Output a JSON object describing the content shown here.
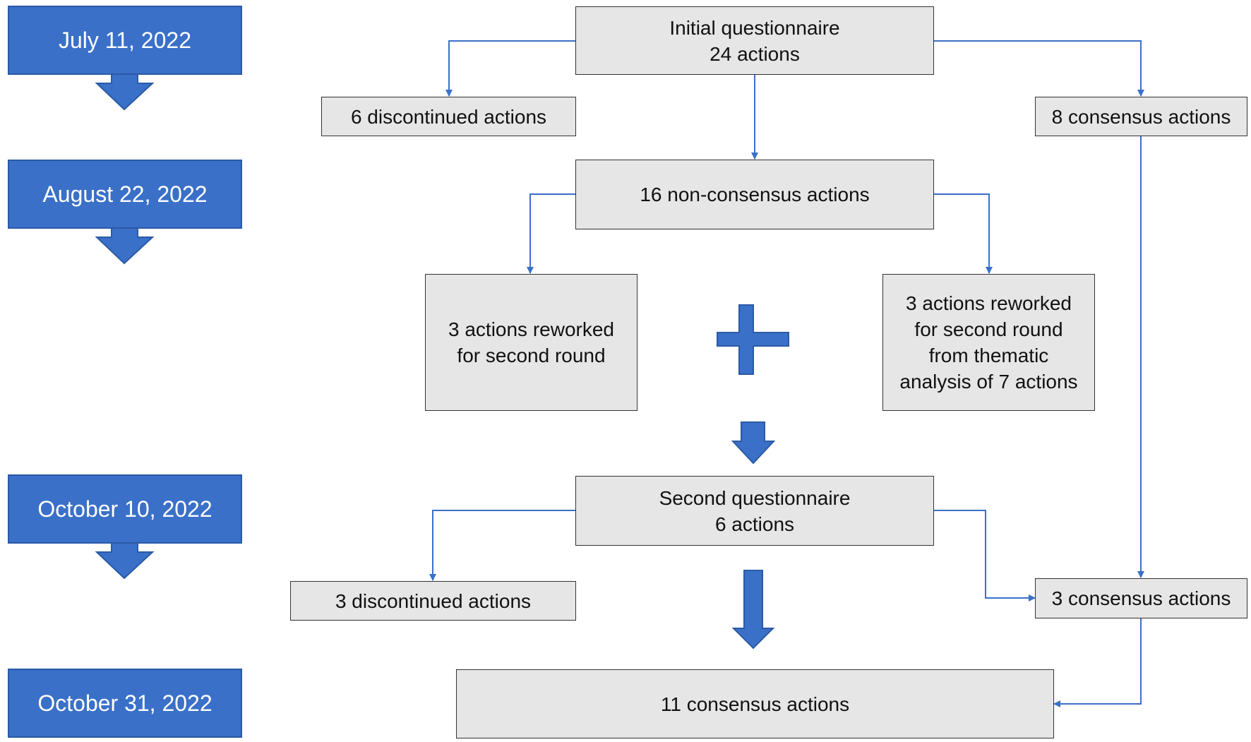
{
  "timeline": {
    "dates": [
      "July 11, 2022",
      "August 22, 2022",
      "October 10, 2022",
      "October 31, 2022"
    ],
    "color": "#3a70c8"
  },
  "nodes": {
    "initial_questionnaire": [
      "Initial questionnaire",
      "24 actions"
    ],
    "discontinued_1": [
      "6 discontinued actions"
    ],
    "consensus_1": [
      "8 consensus actions"
    ],
    "non_consensus": [
      "16 non-consensus actions"
    ],
    "reworked_1": [
      "3 actions reworked",
      "for second round"
    ],
    "reworked_2": [
      "3 actions reworked",
      "for second round",
      "from thematic",
      "analysis of 7 actions"
    ],
    "second_questionnaire": [
      "Second questionnaire",
      "6 actions"
    ],
    "discontinued_2": [
      "3 discontinued actions"
    ],
    "consensus_2": [
      "3 consensus actions"
    ],
    "final_consensus": [
      "11 consensus actions"
    ]
  },
  "colors": {
    "connector": "#3a70c8",
    "box_fill": "#e6e6e6",
    "box_border": "#333333"
  }
}
